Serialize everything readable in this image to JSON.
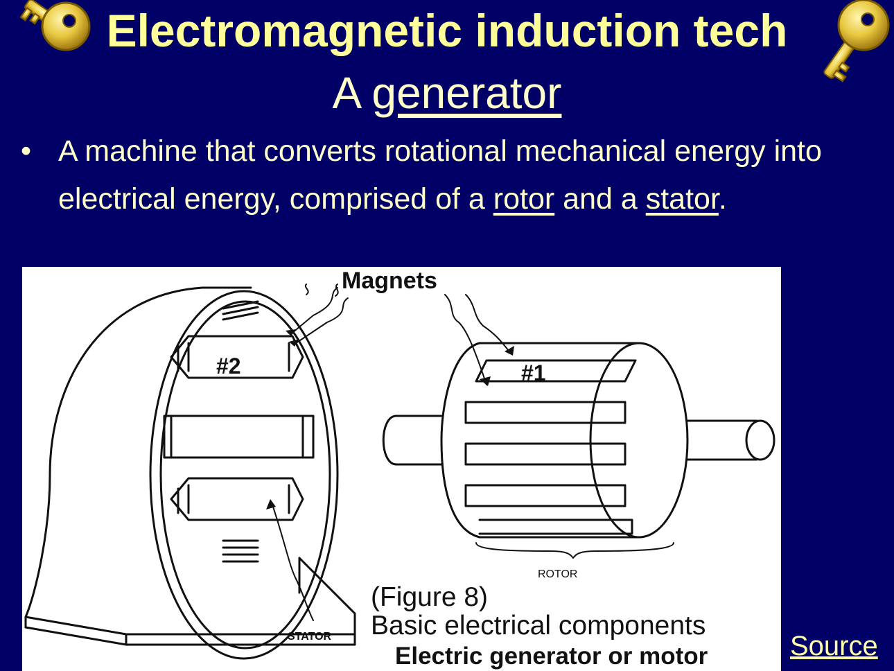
{
  "slide": {
    "title": "Electromagnetic induction tech",
    "subtitle_prefix": "A",
    "subtitle_link": "generator",
    "bullet_marker": "•",
    "bullet": {
      "part1": "A machine that converts rotational mechanical energy into electrical energy, comprised of a",
      "rotor_link": "rotor",
      "part2": "and a",
      "stator_link": "stator",
      "part3": "."
    },
    "decorations": [
      "golden-key-icon",
      "golden-key-icon"
    ],
    "source_link": "Source"
  },
  "figure": {
    "magnets_label": "Magnets",
    "label_2": "#2",
    "label_1": "#1",
    "rotor_label": "ROTOR",
    "stator_label": "STATOR",
    "caption_line1": "(Figure 8)",
    "caption_line2": "Basic electrical components",
    "caption_line3": "Electric generator or motor"
  },
  "colors": {
    "background": "#000066",
    "title": "#ffff99",
    "text": "#ffffcc",
    "key_gold": "#e8c840"
  }
}
